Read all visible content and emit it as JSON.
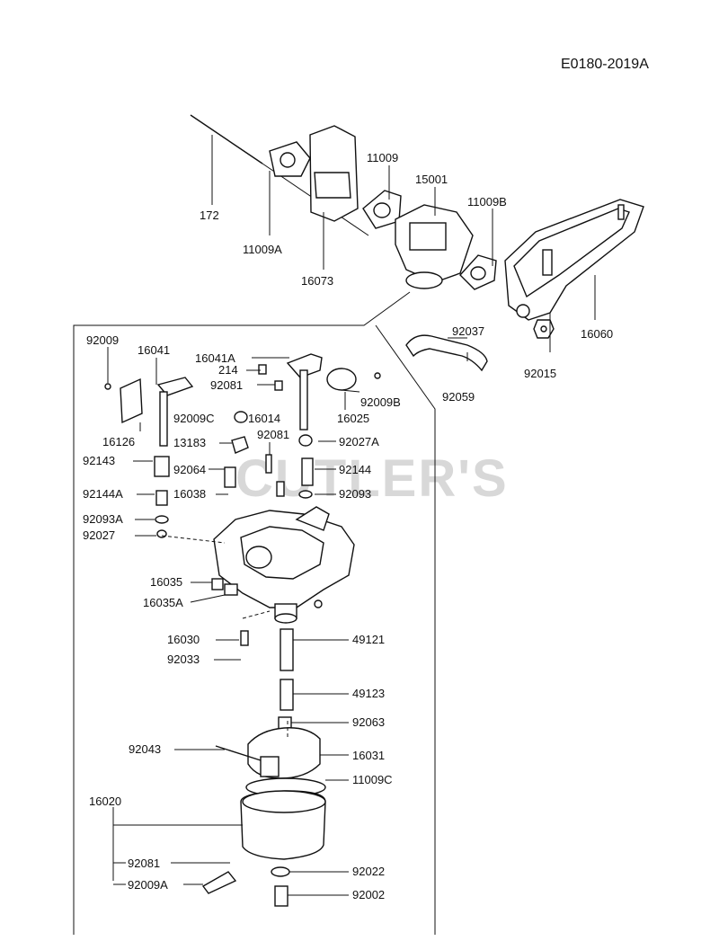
{
  "diagram_code": "E0180-2019A",
  "watermark": "CUTLER'S",
  "labels": {
    "l172": "172",
    "l11009A": "11009A",
    "l16073": "16073",
    "l11009": "11009",
    "l15001": "15001",
    "l11009B": "11009B",
    "l16060": "16060",
    "l92037": "92037",
    "l92015": "92015",
    "l92059": "92059",
    "l92009": "92009",
    "l16041": "16041",
    "l16041A": "16041A",
    "l214": "214",
    "l92081a": "92081",
    "l16126": "16126",
    "l92009C": "92009C",
    "l16014": "16014",
    "l13183": "13183",
    "l92081b": "92081",
    "l92009B": "92009B",
    "l16025": "16025",
    "l92027A": "92027A",
    "l92143": "92143",
    "l92064": "92064",
    "l92144": "92144",
    "l92144A": "92144A",
    "l16038": "16038",
    "l92093": "92093",
    "l92093A": "92093A",
    "l92027": "92027",
    "l16035": "16035",
    "l16035A": "16035A",
    "l16030": "16030",
    "l92033": "92033",
    "l49121": "49121",
    "l49123": "49123",
    "l92063": "92063",
    "l92043": "92043",
    "l16031": "16031",
    "l11009C": "11009C",
    "l16020": "16020",
    "l92081c": "92081",
    "l92022": "92022",
    "l92009A": "92009A",
    "l92002": "92002"
  }
}
